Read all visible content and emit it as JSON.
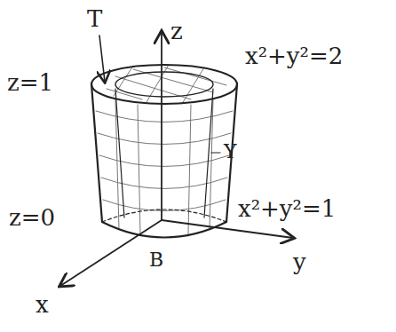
{
  "diagram": {
    "labels": [
      "T",
      "z",
      "z=1",
      "x²+y²=2",
      "Y",
      "z=0",
      "x²+y²=1",
      "B",
      "y",
      "x"
    ]
  }
}
